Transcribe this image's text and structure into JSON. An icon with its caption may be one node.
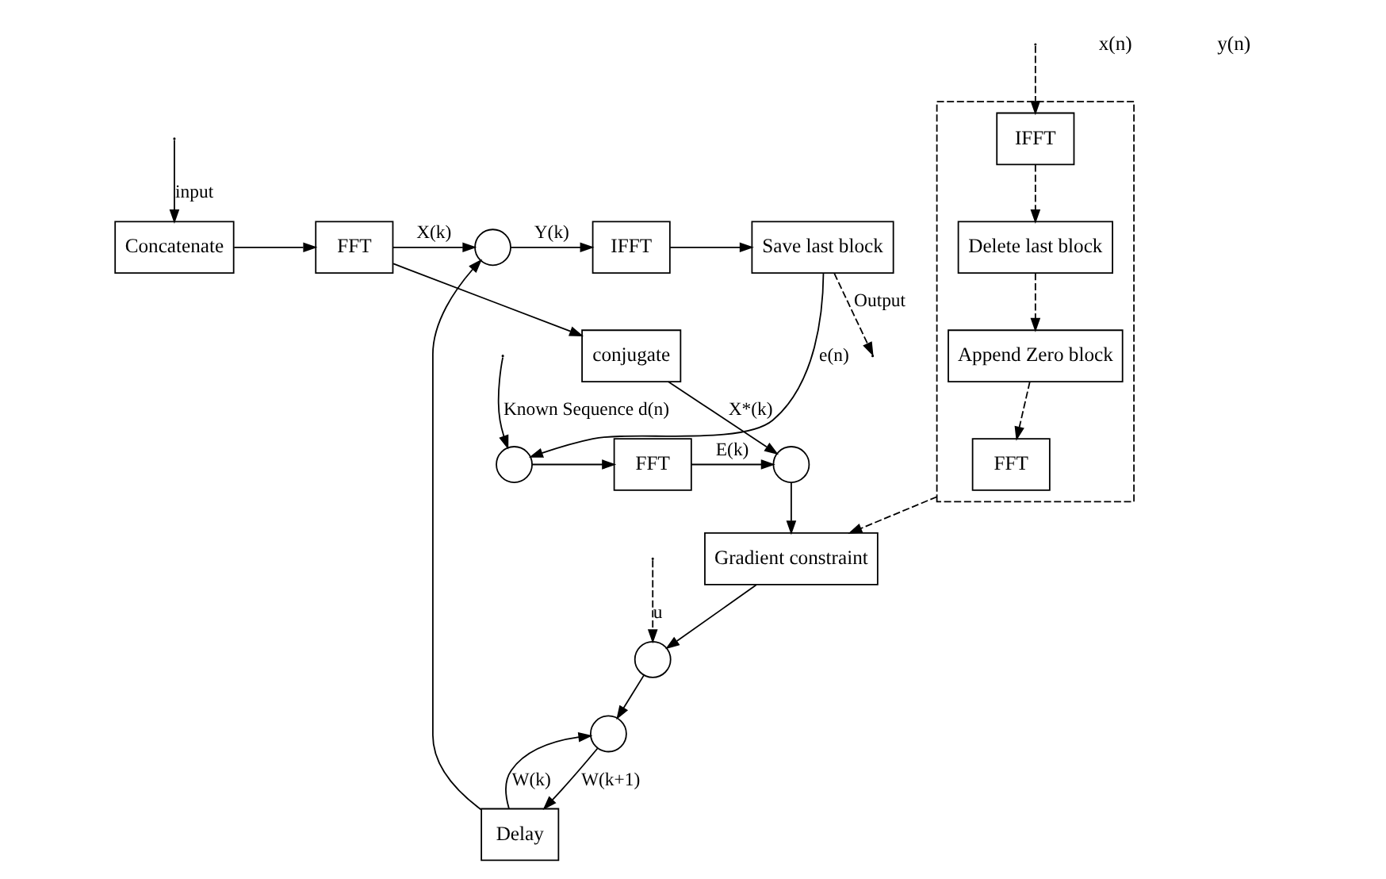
{
  "diagram": {
    "nodes": [
      {
        "text": [
          "Concatenate"
        ]
      },
      {
        "text": [
          "FFT"
        ]
      },
      {
        "text": [],
        "shape": "circle"
      },
      {
        "text": [
          "IFFT"
        ]
      },
      {
        "text": [
          "Save last block"
        ]
      },
      {
        "text": [
          "Delay"
        ]
      },
      {
        "text": [],
        "shape": "circle"
      },
      {
        "text": [],
        "shape": "circle"
      },
      {
        "text": [
          "Gradient constraint"
        ]
      },
      {
        "text": [
          "conjugate"
        ]
      },
      {
        "text": [],
        "shape": "circle"
      },
      {
        "text": [
          "FFT"
        ]
      },
      {
        "text": [],
        "shape": "circle"
      },
      {
        "text": [],
        "shape": "box"
      },
      {
        "text": [
          "FFT"
        ],
        "in": 13
      },
      {
        "text": [
          "Append Zero block"
        ],
        "in": 13
      },
      {
        "text": [
          "Delete last block"
        ],
        "in": 13
      },
      {
        "text": [
          "IFFT"
        ],
        "in": 13
      }
    ],
    "edges": [
      {
        "from": null,
        "to": 0,
        "arrow": "to",
        "label": "input"
      },
      {
        "from": 0,
        "to": 1,
        "arrow": "to"
      },
      {
        "from": 1,
        "to": 2,
        "arrow": "to",
        "label": "X(k)"
      },
      {
        "from": 2,
        "to": 3,
        "arrow": "to",
        "label": "Y(k)"
      },
      {
        "from": 3,
        "to": 4,
        "arrow": "to"
      },
      {
        "from": 4,
        "to": null,
        "arrow": "to",
        "label": "Output",
        "style": "dashed"
      },
      {
        "from": 4,
        "to": 12,
        "arrow": "to",
        "label": "e(n)"
      },
      {
        "from": null,
        "to": 12,
        "arrow": "to",
        "label": "Known Sequence d(n)"
      },
      {
        "from": 12,
        "to": 11,
        "arrow": "to"
      },
      {
        "from": 11,
        "to": 10,
        "arrow": "to",
        "label": "E(k)"
      },
      {
        "from": 1,
        "to": 9,
        "arrow": "to"
      },
      {
        "from": 9,
        "to": 10,
        "arrow": "to",
        "label": "X*(k)"
      },
      {
        "from": 10,
        "to": 8,
        "arrow": "to"
      },
      {
        "from": 8,
        "to": 7,
        "arrow": "to"
      },
      {
        "from": null,
        "to": 7,
        "arrow": "to",
        "label": "u",
        "style": "dashed"
      },
      {
        "from": 7,
        "to": 6,
        "arrow": "to"
      },
      {
        "from": 6,
        "to": 5,
        "arrow": "to",
        "label": "W(k+1)"
      },
      {
        "from": 5,
        "to": 2,
        "arrow": "to"
      },
      {
        "from": 5,
        "to": 6,
        "arrow": "to",
        "label": "W(k)"
      },
      {
        "from": 13,
        "to": 8,
        "arrow": "to",
        "style": "dashed"
      },
      {
        "from": null,
        "to": 17,
        "arrow": "to",
        "style": "dashed"
      },
      {
        "from": 17,
        "to": 16,
        "arrow": "to",
        "style": "dashed"
      },
      {
        "from": 16,
        "to": 15,
        "arrow": "to",
        "style": "dashed"
      },
      {
        "from": 15,
        "to": 14,
        "arrow": "to",
        "style": "dashed"
      }
    ],
    "labels": [
      "x(n)",
      "y(n)"
    ]
  }
}
